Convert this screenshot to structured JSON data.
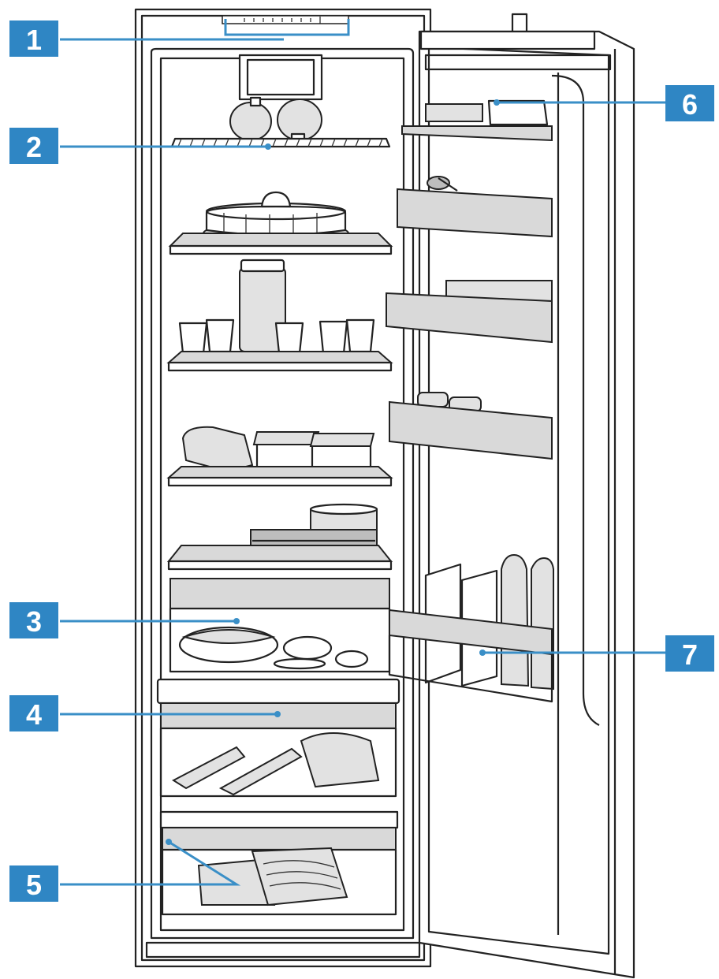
{
  "callouts": [
    {
      "label": "1"
    },
    {
      "label": "2"
    },
    {
      "label": "3"
    },
    {
      "label": "4"
    },
    {
      "label": "5"
    },
    {
      "label": "6"
    },
    {
      "label": "7"
    }
  ],
  "colors": {
    "callout_box": "#2f86c4",
    "leader_line": "#3a8fc7",
    "outline": "#222222"
  }
}
